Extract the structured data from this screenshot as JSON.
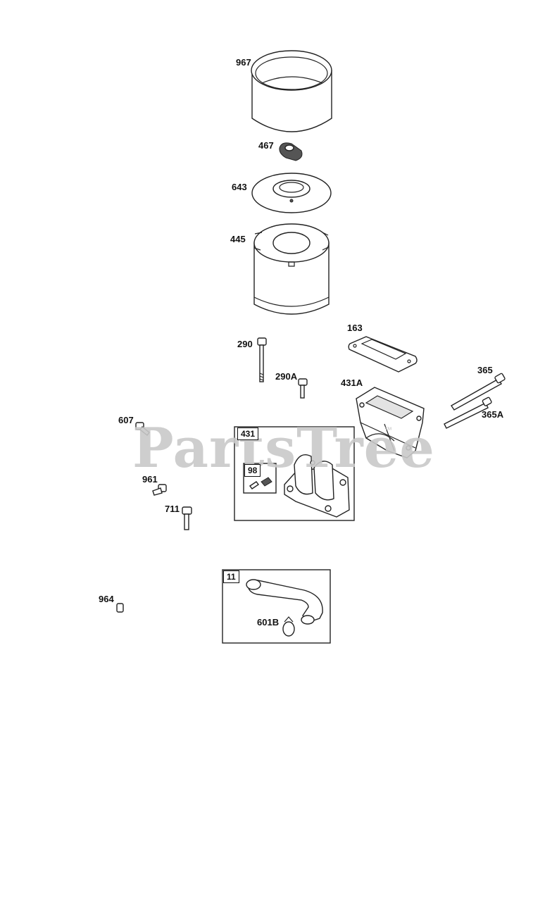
{
  "watermark": {
    "text": "PartsTree",
    "mark": "™"
  },
  "labels": {
    "p967": "967",
    "p467": "467",
    "p643": "643",
    "p445": "445",
    "p163": "163",
    "p290": "290",
    "p290A": "290A",
    "p431A": "431A",
    "p365": "365",
    "p365A": "365A",
    "p607": "607",
    "p961": "961",
    "p711": "711",
    "p964": "964",
    "p601B": "601B"
  },
  "kits": {
    "k431": "431",
    "k98": "98",
    "k11": "11"
  }
}
